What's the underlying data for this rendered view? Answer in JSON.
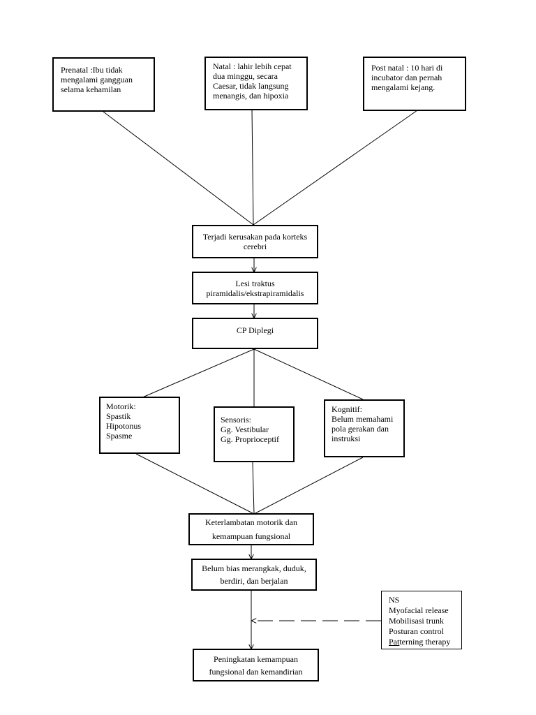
{
  "nodes": {
    "prenatal": [
      "Prenatal :Ibu tidak",
      "mengalami gangguan",
      "selama kehamilan"
    ],
    "natal": [
      "Natal : lahir lebih cepat",
      "dua minggu, secara",
      "Caesar, tidak langsung",
      "menangis, dan hipoxia"
    ],
    "postnatal": [
      "Post natal :  10 hari di",
      "incubator dan pernah",
      "mengalami kejang."
    ],
    "kerusakan": [
      "Terjadi kerusakan pada korteks",
      "cerebri"
    ],
    "lesi": [
      "Lesi traktus",
      "piramidalis/ekstrapiramidalis"
    ],
    "cp": [
      "CP Diplegi"
    ],
    "motorik": [
      "Motorik:",
      "Spastik",
      "Hipotonus",
      "Spasme"
    ],
    "sensoris": [
      "Sensoris:",
      "Gg. Vestibular",
      "Gg. Proprioceptif"
    ],
    "kognitif": [
      "Kognitif:",
      "Belum memahami",
      "pola gerakan dan",
      "instruksi"
    ],
    "keterlambatan": [
      "Keterlambatan motorik dan",
      "kemampuan fungsional"
    ],
    "belum": [
      "Belum bias merangkak, duduk,",
      "berdiri, dan berjalan"
    ],
    "peningkatan": [
      "Peningkatan kemampuan",
      "fungsional dan kemandirian"
    ],
    "ns": [
      "NS",
      "Myofacial release",
      "Mobilisasi trunk",
      "Posturan control"
    ],
    "ns_last": {
      "underlined": "Pat",
      "rest": "terning therapy"
    }
  }
}
